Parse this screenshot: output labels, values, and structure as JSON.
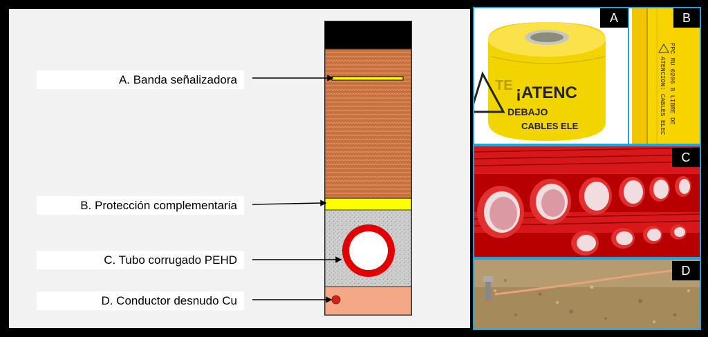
{
  "labels": {
    "a": "A. Banda señalizadora",
    "b": "B. Protección complementaria",
    "c": "C. Tubo corrugado PEHD",
    "d": "D. Conductor desnudo Cu"
  },
  "photos": {
    "a": {
      "letter": "A",
      "tape_text_1": "¡ATENC",
      "tape_text_2": "DEBAJO",
      "tape_text_3": "CABLES ELE",
      "tape_text_4": "TE"
    },
    "b": {
      "letter": "B",
      "text_1": "ATENCION: CABLES ELEC",
      "text_2": "PPC RU 0206 B LIBRE DE"
    },
    "c": {
      "letter": "C"
    },
    "d": {
      "letter": "D"
    }
  },
  "colors": {
    "soil": "#c8703e",
    "tape": "#ffff00",
    "gravel": "#cfcfcf",
    "sand": "#f3a887",
    "tube": "#e00000",
    "accent_border": "#1aa6e0"
  }
}
